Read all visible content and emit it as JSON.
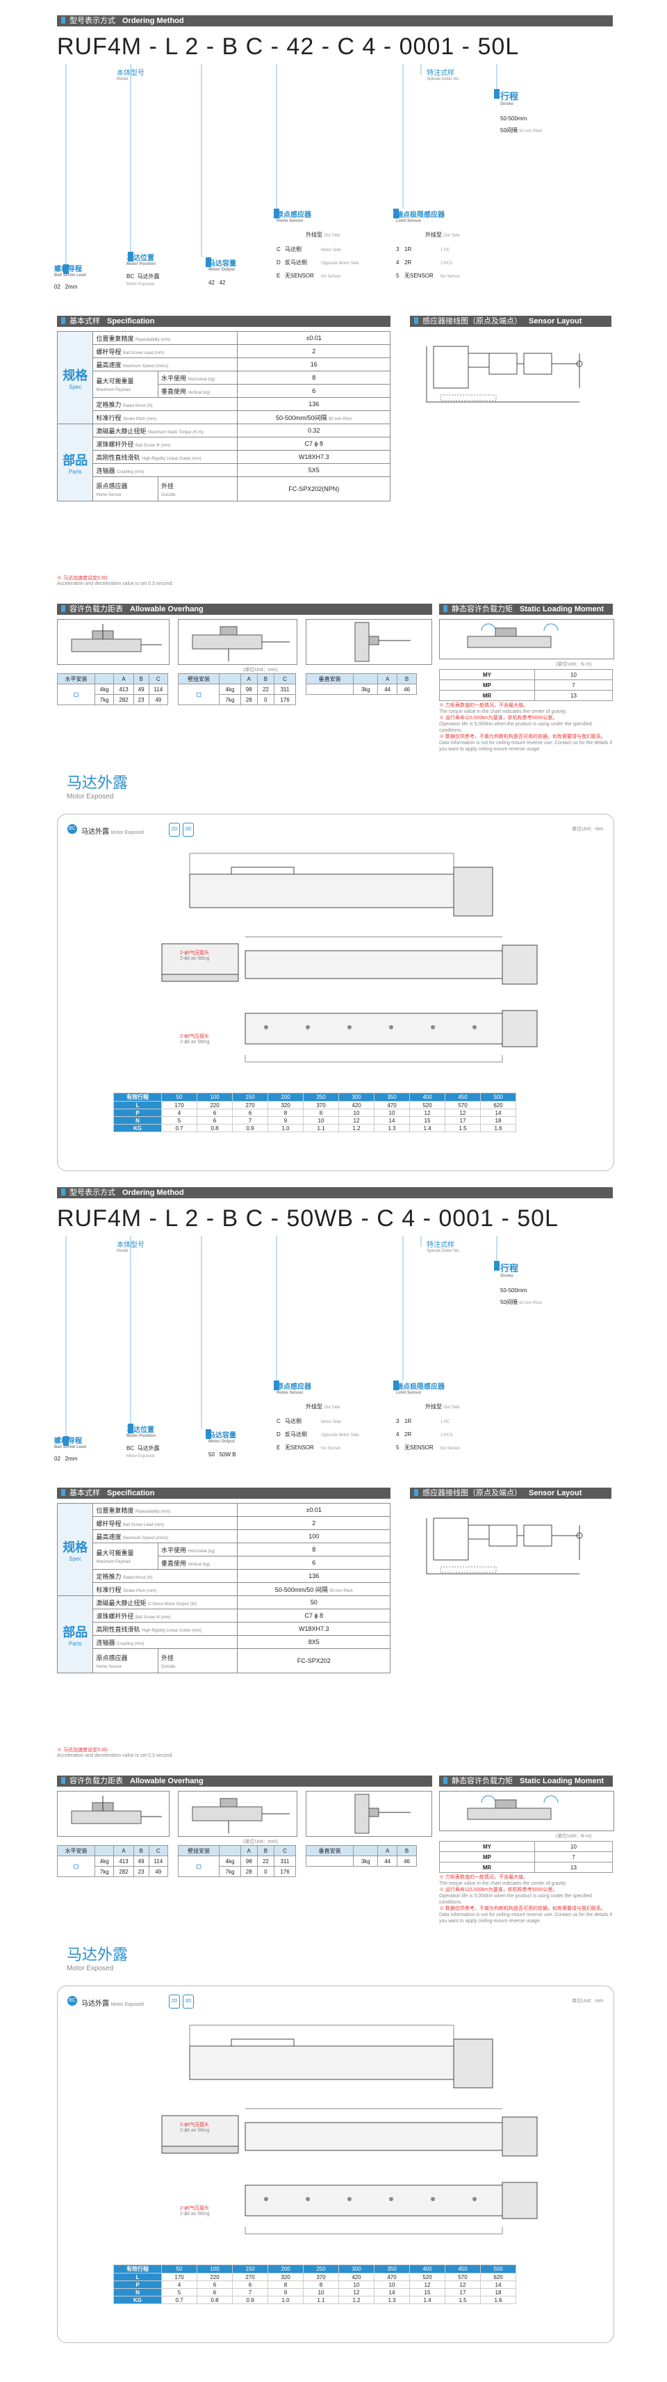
{
  "colors": {
    "accent": "#2a8fce",
    "bar": "#5a5a5a",
    "warn": "#e33"
  },
  "sections": [
    {
      "ordering": {
        "title_cn": "型号表示方式",
        "title_en": "Ordering Method",
        "model_code": "RUF4M - L 2 - B C - 42 - C 4 - 0001 - 50L",
        "base_cn": "本体型号",
        "base_en": "Model",
        "stroke_cn": "行程",
        "stroke_en": "Stroke",
        "stroke_opt1": "50-500mm",
        "stroke_opt2": "50间隔",
        "stroke_opt2_en": "50 mm Pitch",
        "special_cn": "特注式样",
        "special_en": "Special Order No.",
        "lead_cn": "螺杆导程",
        "lead_en": "Ball Screw Lead",
        "lead_code": "02",
        "lead_val": "2mm",
        "motorpos_cn": "马达位置",
        "motorpos_en": "Motor Position",
        "motorpos_code": "BC",
        "motorpos_val": "马达外露",
        "motorpos_val_en": "Motor Exposed",
        "motorout_cn": "马达容量",
        "motorout_en": "Motor Output",
        "motorout_code": "42",
        "motorout_val": "42",
        "home_cn": "原点感应器",
        "home_en": "Home Sensor",
        "home_head": "外挂型",
        "home_head_en": "Out Side",
        "home_opts": [
          [
            "C",
            "马达侧",
            "Motor Side"
          ],
          [
            "D",
            "反马达侧",
            "Opposite Motor Side"
          ],
          [
            "E",
            "无SENSOR",
            "No Sensor"
          ]
        ],
        "limit_cn": "端点极限感应器",
        "limit_en": "Limit Sensor",
        "limit_head": "外挂型",
        "limit_head_en": "Out Side",
        "limit_opts": [
          [
            "3",
            "1R",
            "1 PC"
          ],
          [
            "4",
            "2R",
            "2 PCS"
          ],
          [
            "5",
            "无SENSOR",
            "No Sensor"
          ]
        ]
      },
      "spec": {
        "title_cn": "基本式样",
        "title_en": "Specification",
        "group1": "规格",
        "group1_en": "Spec",
        "group2": "部品",
        "group2_en": "Parts",
        "rows": [
          {
            "cn": "位置重复精度",
            "en": "Repeatability (mm)",
            "val": "±0.01"
          },
          {
            "cn": "螺杆导程",
            "en": "Ball Screw Lead (mm)",
            "val": "2"
          },
          {
            "cn": "最高速度",
            "en": "Maximum Speed (mm/s)",
            "val": "16"
          },
          {
            "cn": "水平使用",
            "en": "Horizontal (kg)",
            "val": "8"
          },
          {
            "cn": "垂直使用",
            "en": "Vertical (kg)",
            "val": "6"
          },
          {
            "cn": "定格推力",
            "en": "Rated thrust (N)",
            "val": "136"
          },
          {
            "cn": "标准行程",
            "en": "Stroke Pitch (mm)",
            "val": "50-500mm/50间隔",
            "val_en": "50 mm Pitch"
          }
        ],
        "payload_cn": "最大可搬重量",
        "payload_en": "Maximum Payload",
        "parts": [
          {
            "cn": "激磁最大静止扭矩",
            "en": "Maximum Static Torque (N·m)",
            "val": "0.32"
          },
          {
            "cn": "滚珠螺杆外径",
            "en": "Ball Screw Φ (mm)",
            "val": "C7 ɸ 8"
          },
          {
            "cn": "高刚性直线滑轨",
            "en": "High-Rigidity Linear Guide (mm)",
            "val": "W18XH7.3"
          },
          {
            "cn": "连轴器",
            "en": "Coupling (mm)",
            "val": "5X5"
          },
          {
            "cn": "原点感应器",
            "en": "Home Sensor",
            "sub": "外挂",
            "sub_en": "Outside",
            "val": "FC-SPX202(NPN)"
          }
        ],
        "note1": "※ 马达加速度设定0.3G",
        "note1_en": "Acceleration and deceleration value is set 0.3 second."
      },
      "sensor": {
        "title_cn": "感应器接线图（原点及端点）",
        "title_en": "Sensor Layout"
      },
      "overhang": {
        "title_cn": "容许负载力距表",
        "title_en": "Allowable Overhang",
        "unit": "(单位Unit：mm)",
        "t1_head": "水平安装",
        "t1": [
          [
            "4kg",
            "413",
            "49",
            "114"
          ],
          [
            "7kg",
            "282",
            "23",
            "49"
          ]
        ],
        "t2_head": "壁挂安装",
        "t2": [
          [
            "4kg",
            "98",
            "22",
            "311"
          ],
          [
            "7kg",
            "28",
            "0",
            "176"
          ]
        ],
        "t3_head": "垂直安装",
        "t3": [
          [
            "3kg",
            "44",
            "46"
          ]
        ],
        "cols": [
          "A",
          "B",
          "C"
        ]
      },
      "static": {
        "title_cn": "静态容许负载力矩",
        "title_en": "Static Loading Moment",
        "unit": "(单位Unit：N·m)",
        "rows": [
          [
            "MY",
            "10"
          ],
          [
            "MP",
            "7"
          ],
          [
            "MR",
            "13"
          ]
        ],
        "n1": "※ 力矩表数值的一般情况，不含最大值。",
        "n1e": "The torque value in the chart indicates the center of gravity.",
        "n2": "※ 运行寿命以5,000km为基准，依机构参考5000公里。",
        "n2e": "Operation life is 5,000km when the product is using under the specified conditions.",
        "n3": "※ 数据仅供参考，不做为判断机构是否可用的依据，如有需要请与我们联系。",
        "n3e": "Data information is not for ceiling-mount reverse use. Contact us for the details if you want to apply ceiling-mount reverse usage."
      },
      "motor": {
        "title_cn": "马达外露",
        "title_en": "Motor Exposed",
        "panel_cn": "马达外露",
        "panel_en": "Motor Exposed",
        "unit": "单位Unit：mm",
        "d1": "2-ɸ6气压接头",
        "d1e": "2-ɸ6 air fitting",
        "d2": "2-ɸ6气压接头",
        "d2e": "2-ɸ6 air fitting",
        "dims": {
          "head": [
            "有效行程",
            "50",
            "100",
            "150",
            "200",
            "250",
            "300",
            "350",
            "400",
            "450",
            "500"
          ],
          "rows": [
            [
              "L",
              "170",
              "220",
              "270",
              "320",
              "370",
              "420",
              "470",
              "520",
              "570",
              "620"
            ],
            [
              "P",
              "4",
              "6",
              "6",
              "8",
              "8",
              "10",
              "10",
              "12",
              "12",
              "14"
            ],
            [
              "N",
              "5",
              "6",
              "7",
              "9",
              "10",
              "12",
              "14",
              "15",
              "17",
              "18"
            ],
            [
              "KG",
              "0.7",
              "0.8",
              "0.9",
              "1.0",
              "1.1",
              "1.2",
              "1.3",
              "1.4",
              "1.5",
              "1.6"
            ]
          ]
        }
      }
    },
    {
      "ordering": {
        "title_cn": "型号表示方式",
        "title_en": "Ordering Method",
        "model_code": "RUF4M - L 2 - B C - 50WB - C 4 - 0001 - 50L",
        "base_cn": "本体型号",
        "base_en": "Model",
        "stroke_cn": "行程",
        "stroke_en": "Stroke",
        "stroke_opt1": "50-500mm",
        "stroke_opt2": "50间隔",
        "stroke_opt2_en": "50 mm Pitch",
        "special_cn": "特注式样",
        "special_en": "Special Order No.",
        "lead_cn": "螺杆导程",
        "lead_en": "Ball Screw Lead",
        "lead_code": "02",
        "lead_val": "2mm",
        "motorpos_cn": "马达位置",
        "motorpos_en": "Motor Position",
        "motorpos_code": "BC",
        "motorpos_val": "马达外露",
        "motorpos_val_en": "Motor Exposed",
        "motorout_cn": "马达容量",
        "motorout_en": "Motor Output",
        "motorout_code": "50",
        "motorout_val": "50W B",
        "home_cn": "原点感应器",
        "home_en": "Home Sensor",
        "home_head": "外挂型",
        "home_head_en": "Out Side",
        "home_opts": [
          [
            "C",
            "马达侧",
            "Motor Side"
          ],
          [
            "D",
            "反马达侧",
            "Opposite Motor Side"
          ],
          [
            "E",
            "无SENSOR",
            "No Sensor"
          ]
        ],
        "limit_cn": "端点极限感应器",
        "limit_en": "Limit Sensor",
        "limit_head": "外挂型",
        "limit_head_en": "Out Side",
        "limit_opts": [
          [
            "3",
            "1R",
            "1 PC"
          ],
          [
            "4",
            "2R",
            "2 PCS"
          ],
          [
            "5",
            "无SENSOR",
            "No Sensor"
          ]
        ]
      },
      "spec": {
        "title_cn": "基本式样",
        "title_en": "Specification",
        "group1": "规格",
        "group1_en": "Spec",
        "group2": "部品",
        "group2_en": "Parts",
        "rows": [
          {
            "cn": "位置重复精度",
            "en": "Repeatability (mm)",
            "val": "±0.01"
          },
          {
            "cn": "螺杆导程",
            "en": "Ball Screw Lead (mm)",
            "val": "2"
          },
          {
            "cn": "最高速度",
            "en": "Maximum Speed (mm/s)",
            "val": "100"
          },
          {
            "cn": "水平使用",
            "en": "Horizontal (kg)",
            "val": "8"
          },
          {
            "cn": "垂直使用",
            "en": "Vertical (kg)",
            "val": "6"
          },
          {
            "cn": "定格推力",
            "en": "Rated thrust (N)",
            "val": "136"
          },
          {
            "cn": "标准行程",
            "en": "Stroke Pitch (mm)",
            "val": "50-500mm/50 间隔",
            "val_en": "50 mm Pitch"
          }
        ],
        "payload_cn": "最大可搬重量",
        "payload_en": "Maximum Payload",
        "parts": [
          {
            "cn": "激磁最大静止扭矩",
            "en": "C-Servo Motor Output (W)",
            "val": "50"
          },
          {
            "cn": "滚珠螺杆外径",
            "en": "Ball Screw Φ (mm)",
            "val": "C7 ɸ 8"
          },
          {
            "cn": "高刚性直线滑轨",
            "en": "High-Rigidity Linear Guide (mm)",
            "val": "W18XH7.3"
          },
          {
            "cn": "连轴器",
            "en": "Coupling (mm)",
            "val": "8X5"
          },
          {
            "cn": "原点感应器",
            "en": "Home Sensor",
            "sub": "外挂",
            "sub_en": "Outside",
            "val": "FC-SPX202"
          }
        ],
        "note1": "※ 马达加速度设定0.3G",
        "note1_en": "Acceleration and deceleration value is set 0.3 second."
      },
      "sensor": {
        "title_cn": "感应器接线图（原点及端点）",
        "title_en": "Sensor Layout"
      },
      "overhang": {
        "title_cn": "容许负载力距表",
        "title_en": "Allowable Overhang",
        "unit": "(单位Unit：mm)",
        "t1_head": "水平安装",
        "t1": [
          [
            "4kg",
            "413",
            "49",
            "114"
          ],
          [
            "7kg",
            "282",
            "23",
            "49"
          ]
        ],
        "t2_head": "壁挂安装",
        "t2": [
          [
            "4kg",
            "98",
            "22",
            "311"
          ],
          [
            "7kg",
            "28",
            "0",
            "176"
          ]
        ],
        "t3_head": "垂直安装",
        "t3": [
          [
            "3kg",
            "44",
            "46"
          ]
        ],
        "cols": [
          "A",
          "B",
          "C"
        ]
      },
      "static": {
        "title_cn": "静态容许负载力矩",
        "title_en": "Static Loading Moment",
        "unit": "(单位Unit：N·m)",
        "rows": [
          [
            "MY",
            "10"
          ],
          [
            "MP",
            "7"
          ],
          [
            "MR",
            "13"
          ]
        ],
        "n1": "※ 力矩表数值的一般情况，不含最大值。",
        "n1e": "The torque value in the chart indicates the center of gravity.",
        "n2": "※ 运行寿命以5,000km为基准，依机构参考5000公里。",
        "n2e": "Operation life is 5,000km when the product is using under the specified conditions.",
        "n3": "※ 数据仅供参考，不做为判断机构是否可用的依据，如有需要请与我们联系。",
        "n3e": "Data information is not for ceiling-mount reverse use. Contact us for the details if you want to apply ceiling-mount reverse usage."
      },
      "motor": {
        "title_cn": "马达外露",
        "title_en": "Motor Exposed",
        "panel_cn": "马达外露",
        "panel_en": "Motor Exposed",
        "unit": "单位Unit：mm",
        "d1": "2-ɸ6气压接头",
        "d1e": "2-ɸ6 air fitting",
        "d2": "2-ɸ6气压接头",
        "d2e": "2-ɸ6 air fitting",
        "dims": {
          "head": [
            "有效行程",
            "50",
            "100",
            "150",
            "200",
            "250",
            "300",
            "350",
            "400",
            "450",
            "500"
          ],
          "rows": [
            [
              "L",
              "170",
              "220",
              "270",
              "320",
              "370",
              "420",
              "470",
              "520",
              "570",
              "620"
            ],
            [
              "P",
              "4",
              "6",
              "6",
              "8",
              "8",
              "10",
              "10",
              "12",
              "12",
              "14"
            ],
            [
              "N",
              "5",
              "6",
              "7",
              "9",
              "10",
              "12",
              "14",
              "15",
              "17",
              "18"
            ],
            [
              "KG",
              "0.7",
              "0.8",
              "0.9",
              "1.0",
              "1.1",
              "1.2",
              "1.3",
              "1.4",
              "1.5",
              "1.6"
            ]
          ]
        }
      }
    }
  ]
}
